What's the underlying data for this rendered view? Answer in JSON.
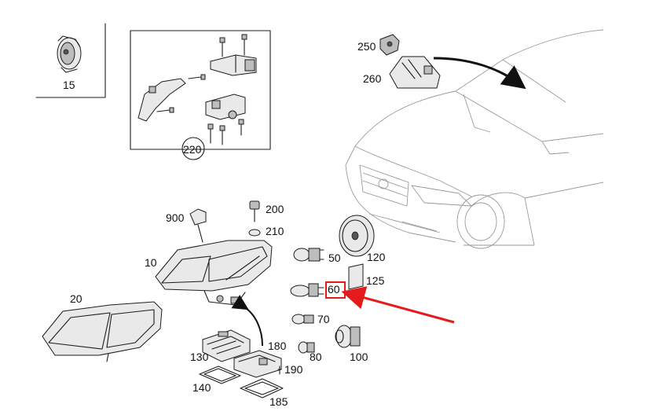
{
  "diagram": {
    "labels": [
      {
        "id": "15",
        "text": "15"
      },
      {
        "id": "220",
        "text": "220"
      },
      {
        "id": "250",
        "text": "250"
      },
      {
        "id": "260",
        "text": "260"
      },
      {
        "id": "900",
        "text": "900"
      },
      {
        "id": "200",
        "text": "200"
      },
      {
        "id": "210",
        "text": "210"
      },
      {
        "id": "10",
        "text": "10"
      },
      {
        "id": "50",
        "text": "50"
      },
      {
        "id": "120",
        "text": "120"
      },
      {
        "id": "125",
        "text": "125"
      },
      {
        "id": "60",
        "text": "60"
      },
      {
        "id": "20",
        "text": "20"
      },
      {
        "id": "70",
        "text": "70"
      },
      {
        "id": "180",
        "text": "180"
      },
      {
        "id": "130",
        "text": "130"
      },
      {
        "id": "80",
        "text": "80"
      },
      {
        "id": "100",
        "text": "100"
      },
      {
        "id": "190",
        "text": "190"
      },
      {
        "id": "140",
        "text": "140"
      },
      {
        "id": "185",
        "text": "185"
      }
    ],
    "highlighted_part": "60",
    "colors": {
      "highlight": "#e41b1b",
      "line": "#1d1d1d",
      "car_line": "#9a9a9a"
    }
  }
}
